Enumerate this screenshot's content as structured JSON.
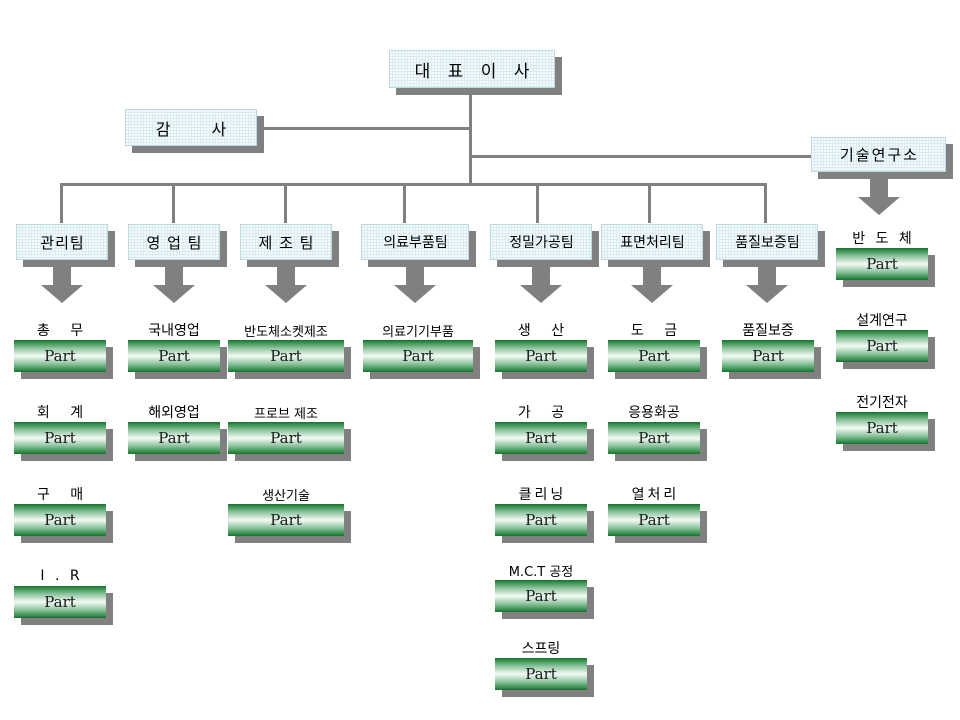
{
  "colors": {
    "node_fill": "#d9ecf2",
    "shadow": "#808080",
    "line": "#808080",
    "part_green": "#1c6b34",
    "background": "#ffffff"
  },
  "part_label": "Part",
  "top": {
    "label": "대 표 이 사"
  },
  "audit": {
    "label": "감    사"
  },
  "lab": {
    "label": "기술연구소"
  },
  "teams": [
    {
      "label": "관리팀"
    },
    {
      "label": "영 업 팀"
    },
    {
      "label": "제 조 팀"
    },
    {
      "label": "의료부품팀"
    },
    {
      "label": "정밀가공팀"
    },
    {
      "label": "표면처리팀"
    },
    {
      "label": "품질보증팀"
    }
  ],
  "columns": [
    {
      "team": "관리팀",
      "parts": [
        "총  무",
        "회  계",
        "구  매",
        "I . R"
      ]
    },
    {
      "team": "영 업 팀",
      "parts": [
        "국내영업",
        "해외영업"
      ]
    },
    {
      "team": "제 조 팀",
      "parts": [
        "반도체소켓제조",
        "프로브 제조",
        "생산기술"
      ]
    },
    {
      "team": "의료부품팀",
      "parts": [
        "의료기기부품"
      ]
    },
    {
      "team": "정밀가공팀",
      "parts": [
        "생  산",
        "가  공",
        "클리닝",
        "M.C.T 공정",
        "스프링"
      ]
    },
    {
      "team": "표면처리팀",
      "parts": [
        "도  금",
        "응용화공",
        "열처리"
      ]
    },
    {
      "team": "품질보증팀",
      "parts": [
        "품질보증"
      ]
    },
    {
      "team": "기술연구소",
      "parts": [
        "반 도 체",
        "설계연구",
        "전기전자"
      ]
    }
  ],
  "parts_flat": {
    "c1p1": "총  무",
    "c1p2": "회  계",
    "c1p3": "구  매",
    "c1p4": "I . R",
    "c2p1": "국내영업",
    "c2p2": "해외영업",
    "c3p1": "반도체소켓제조",
    "c3p2": "프로브 제조",
    "c3p3": "생산기술",
    "c4p1": "의료기기부품",
    "c5p1": "생  산",
    "c5p2": "가  공",
    "c5p3": "클리닝",
    "c5p4": "M.C.T 공정",
    "c5p5": "스프링",
    "c6p1": "도  금",
    "c6p2": "응용화공",
    "c6p3": "열처리",
    "c7p1": "품질보증",
    "c8p1": "반 도 체",
    "c8p2": "설계연구",
    "c8p3": "전기전자"
  }
}
